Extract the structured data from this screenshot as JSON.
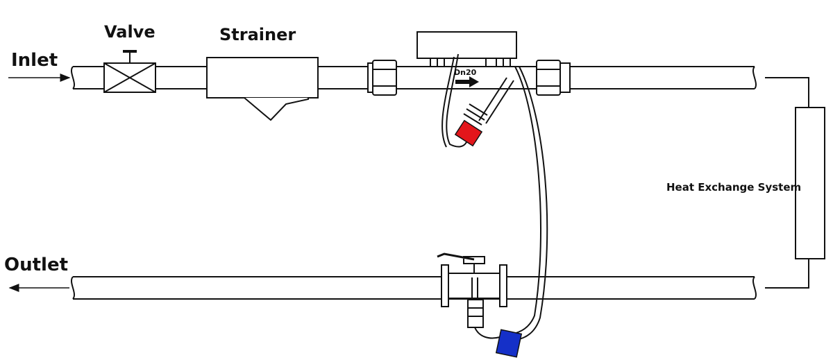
{
  "labels": {
    "inlet": "Inlet",
    "outlet": "Outlet",
    "valve": "Valve",
    "strainer": "Strainer",
    "pipe_size": "Dn20",
    "heat_exchange": "Heat Exchange System"
  },
  "colors": {
    "line": "#111111",
    "supply_sensor": "#e3161b",
    "return_sensor": "#1530c8",
    "background": "#ffffff"
  }
}
